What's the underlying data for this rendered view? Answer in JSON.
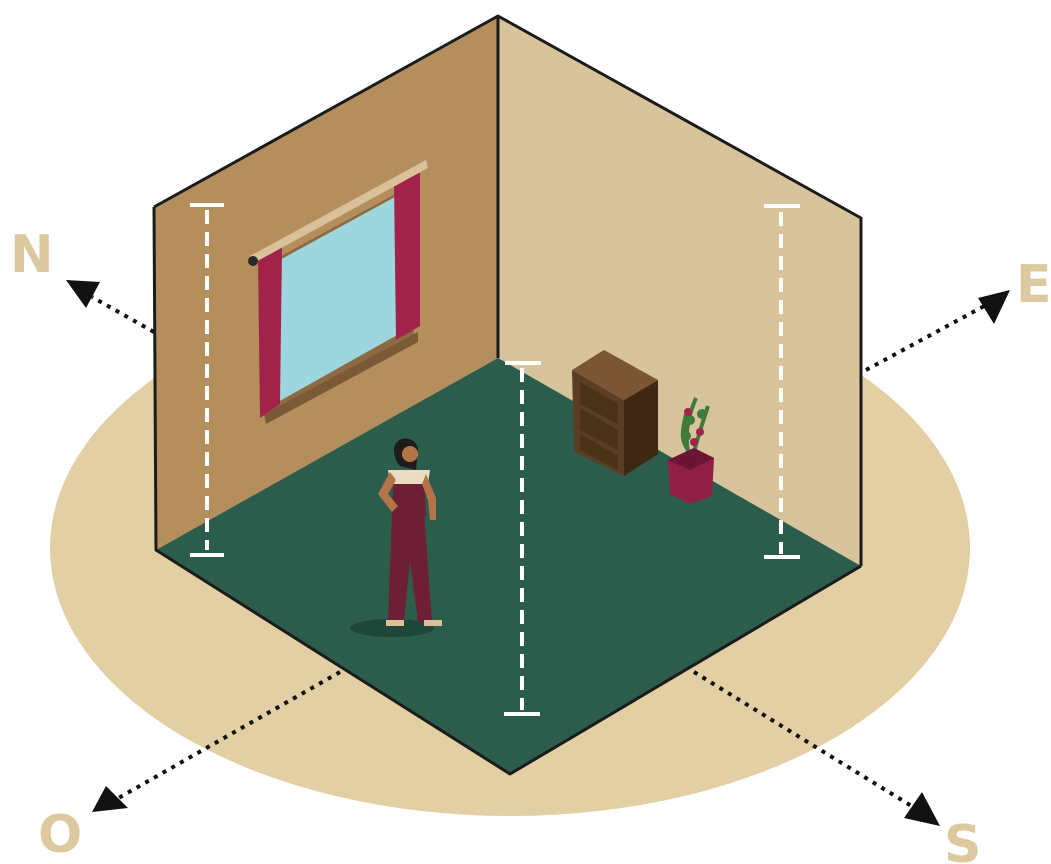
{
  "compass": {
    "north": "N",
    "east": "E",
    "south": "S",
    "west": "O"
  },
  "colors": {
    "ground_ellipse": "#e2cfa3",
    "left_wall": "#b58e5e",
    "right_wall": "#d7c39c",
    "floor": "#2b5c4c",
    "outline": "#1b1b1b",
    "window_glass": "#9ed6df",
    "curtain": "#a1234a",
    "curtain_rod": "#d9c29a",
    "dresser": "#5a3d22",
    "planter": "#8f1f45",
    "overalls": "#6e1e35",
    "measure_line": "#ffffff",
    "label": "#dcc9a0"
  },
  "objects": {
    "window": "window-icon",
    "dresser": "dresser-icon",
    "plant": "potted-plant-icon",
    "person": "person-icon"
  }
}
